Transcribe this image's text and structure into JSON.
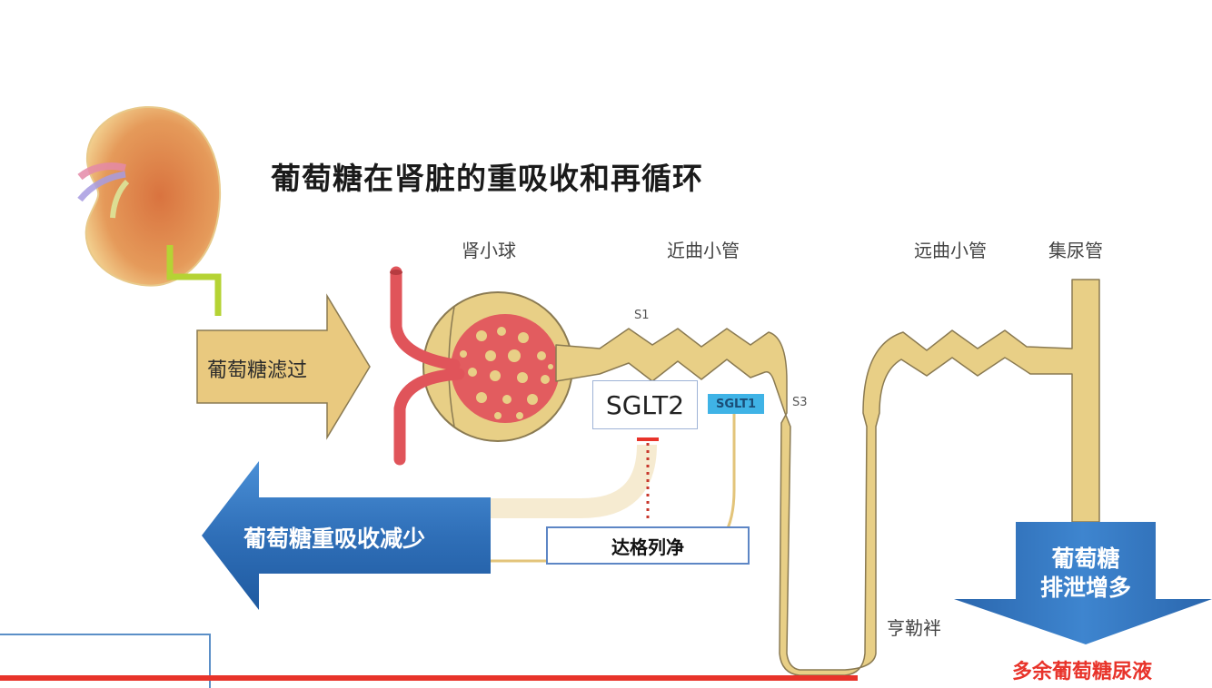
{
  "title": "葡萄糖在肾脏的重吸收和再循环",
  "structure_labels": {
    "glomerulus": "肾小球",
    "proximal_tubule": "近曲小管",
    "distal_tubule": "远曲小管",
    "collecting_duct": "集尿管",
    "loop_of_henle": "亨勒袢",
    "segment_s1": "S1",
    "segment_s3": "S3"
  },
  "transporters": {
    "sglt2": "SGLT2",
    "sglt1": "SGLT1"
  },
  "arrows": {
    "filtration": "葡萄糖滤过",
    "reabsorption_decrease": "葡萄糖重吸收减少",
    "excretion_line1": "葡萄糖",
    "excretion_line2": "排泄增多"
  },
  "drug_label": "达格列净",
  "urine_label": "多余葡萄糖尿液",
  "colors": {
    "tubule_fill": "#e8cf86",
    "tubule_stroke": "#8a7a52",
    "vessel_red": "#e0545a",
    "arrow_blue": "#2f6fb8",
    "arrow_gold": "#e9c97f",
    "sglt1_cyan": "#3fb3e6",
    "inhibit_red": "#e8332a",
    "connector_green": "#b5d334",
    "urine_text_red": "#e8332a"
  }
}
